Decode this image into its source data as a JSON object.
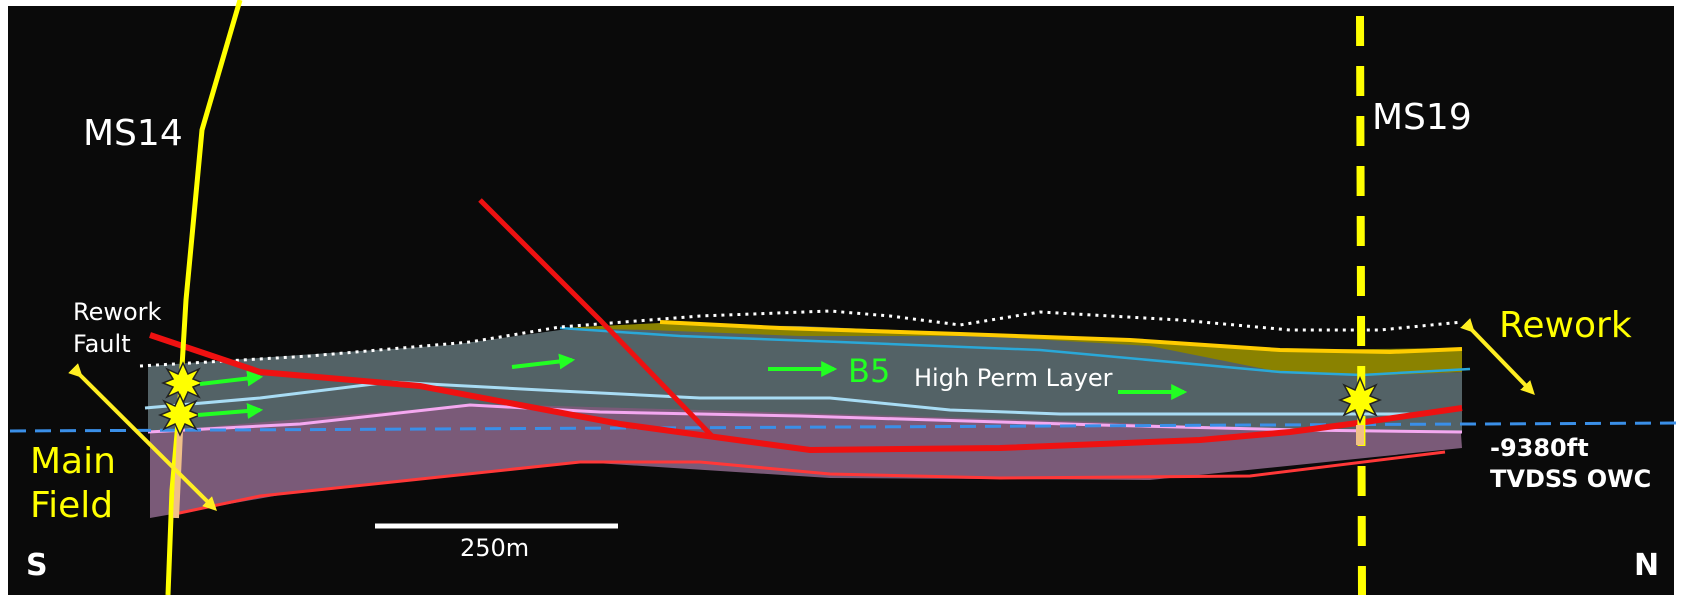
{
  "wells": {
    "ms14": {
      "label": "MS14"
    },
    "ms19": {
      "label": "MS19"
    }
  },
  "labels": {
    "rework_fault": [
      "Rework",
      "Fault"
    ],
    "main_field": [
      "Main",
      "Field"
    ],
    "rework": "Rework",
    "b5": "B5",
    "high_perm_layer": "High Perm Layer",
    "owc": [
      "-9380ft",
      "TVDSS OWC"
    ],
    "south": "S",
    "north": "N",
    "scale_bar": "250m"
  },
  "colors": {
    "background": "#0a0a0a",
    "well_ms14": "#ffff00",
    "well_ms19": "#ffff00",
    "fault": "#ee1111",
    "owc_line": "#3a8fe8",
    "flow_arrow": "#22ff22",
    "reservoir_upper": "#536266",
    "reservoir_lower": "#7a5a78",
    "rework_zone": "#8a8200"
  }
}
